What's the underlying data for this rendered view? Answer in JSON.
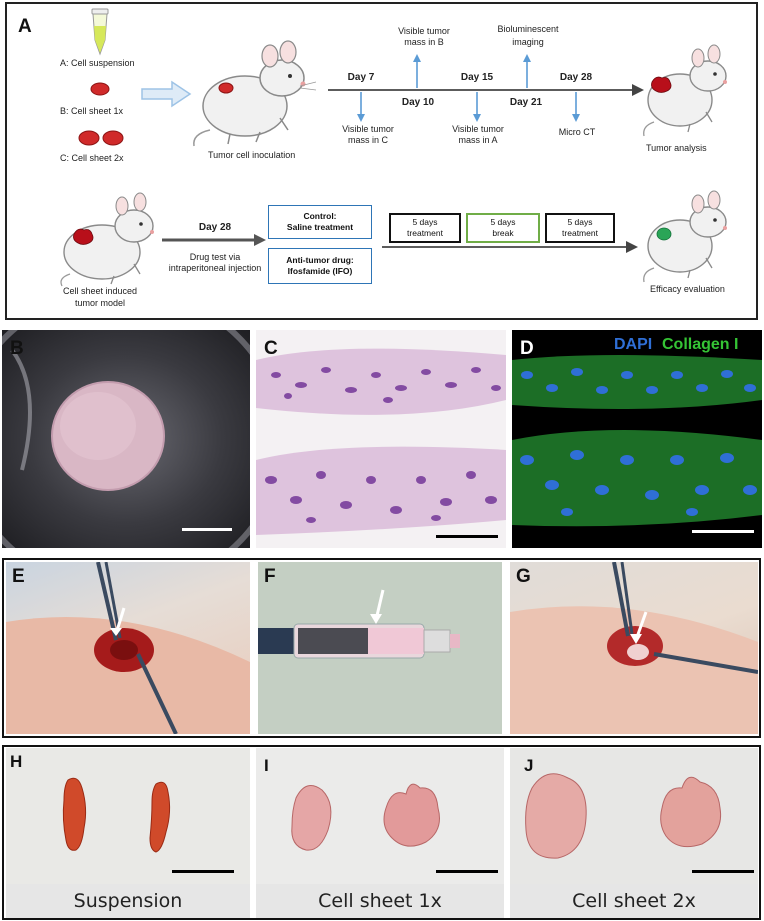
{
  "panel_a": {
    "letter": "A",
    "groups": {
      "a": "A: Cell suspension",
      "b": "B: Cell sheet 1x",
      "c": "C: Cell sheet 2x"
    },
    "inoculation": "Tumor cell  inoculation",
    "timeline": {
      "day7": "Day 7",
      "day10": "Day 10",
      "day15": "Day 15",
      "day21": "Day 21",
      "day28": "Day 28",
      "visible_c_1": "Visible tumor",
      "visible_c_2": "mass  in C",
      "visible_b_1": "Visible tumor",
      "visible_b_2": "mass  in B",
      "visible_a_1": "Visible tumor",
      "visible_a_2": "mass  in A",
      "biolum_1": "Bioluminescent",
      "biolum_2": "imaging",
      "microct": "Micro CT"
    },
    "tumor_analysis": "Tumor analysis",
    "model_1": "Cell sheet induced",
    "model_2": "tumor model",
    "drug_day": "Day 28",
    "drug_test_1": "Drug test  via",
    "drug_test_2": "intraperitoneal injection",
    "control_1": "Control:",
    "control_2": "Saline treatment",
    "antitumor_1": "Anti-tumor drug:",
    "antitumor_2": "Ifosfamide (IFO)",
    "treat1_1": "5 days",
    "treat1_2": "treatment",
    "break_1": "5 days",
    "break_2": "break",
    "treat2_1": "5 days",
    "treat2_2": "treatment",
    "efficacy": "Efficacy evaluation"
  },
  "panel_b": {
    "letter": "B"
  },
  "panel_c": {
    "letter": "C"
  },
  "panel_d": {
    "letter": "D",
    "dapi": "DAPI",
    "collagen": "Collagen I"
  },
  "panel_e": {
    "letter": "E"
  },
  "panel_f": {
    "letter": "F"
  },
  "panel_g": {
    "letter": "G"
  },
  "panel_h": {
    "letter": "H",
    "caption": "Suspension"
  },
  "panel_i": {
    "letter": "I",
    "caption": "Cell sheet 1x"
  },
  "panel_j": {
    "letter": "J",
    "caption": "Cell sheet 2x"
  },
  "colors": {
    "tumor_red": "#c8202a",
    "arrow_blue": "#5b9bd5",
    "box_blue": "#2e75b6",
    "box_green": "#70ad47",
    "dapi_blue": "#2f6fd6",
    "collagen_green": "#35c435"
  }
}
